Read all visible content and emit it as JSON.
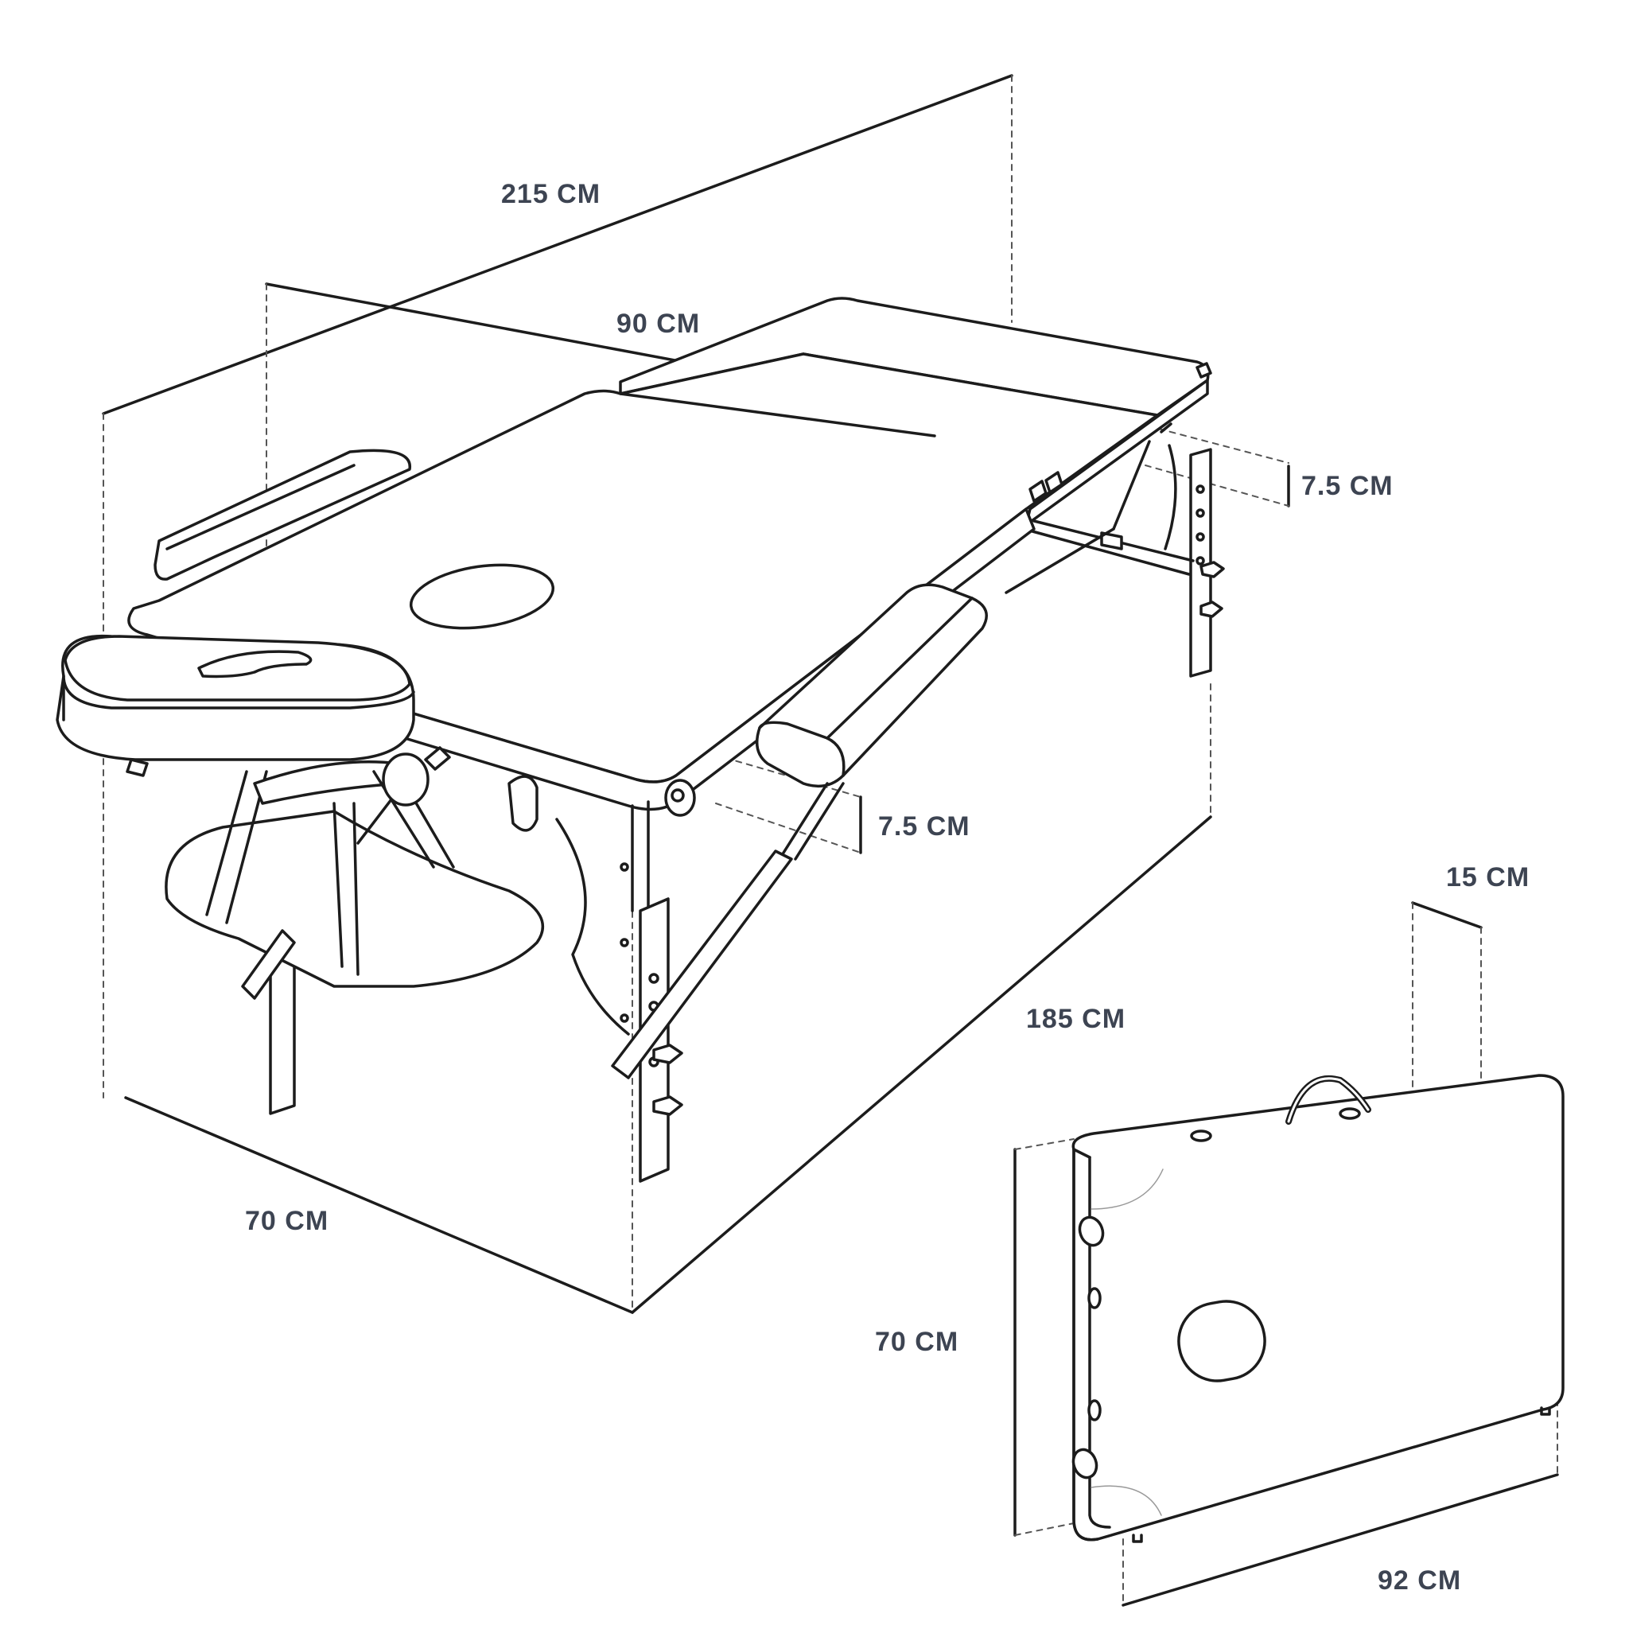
{
  "diagram": {
    "subject": "portable massage table dimensions",
    "line_color": "#1c1c1c",
    "guide_color": "#555555",
    "label_color": "#3d4452",
    "labels": {
      "table_length": "215 CM",
      "table_height": "90 CM",
      "armrest_drop_back": "7.5 CM",
      "armrest_drop_front": "7.5 CM",
      "table_body_length": "185 CM",
      "table_width": "70 CM",
      "folded_thickness": "15 CM",
      "folded_height": "70 CM",
      "folded_length": "92 CM"
    }
  }
}
